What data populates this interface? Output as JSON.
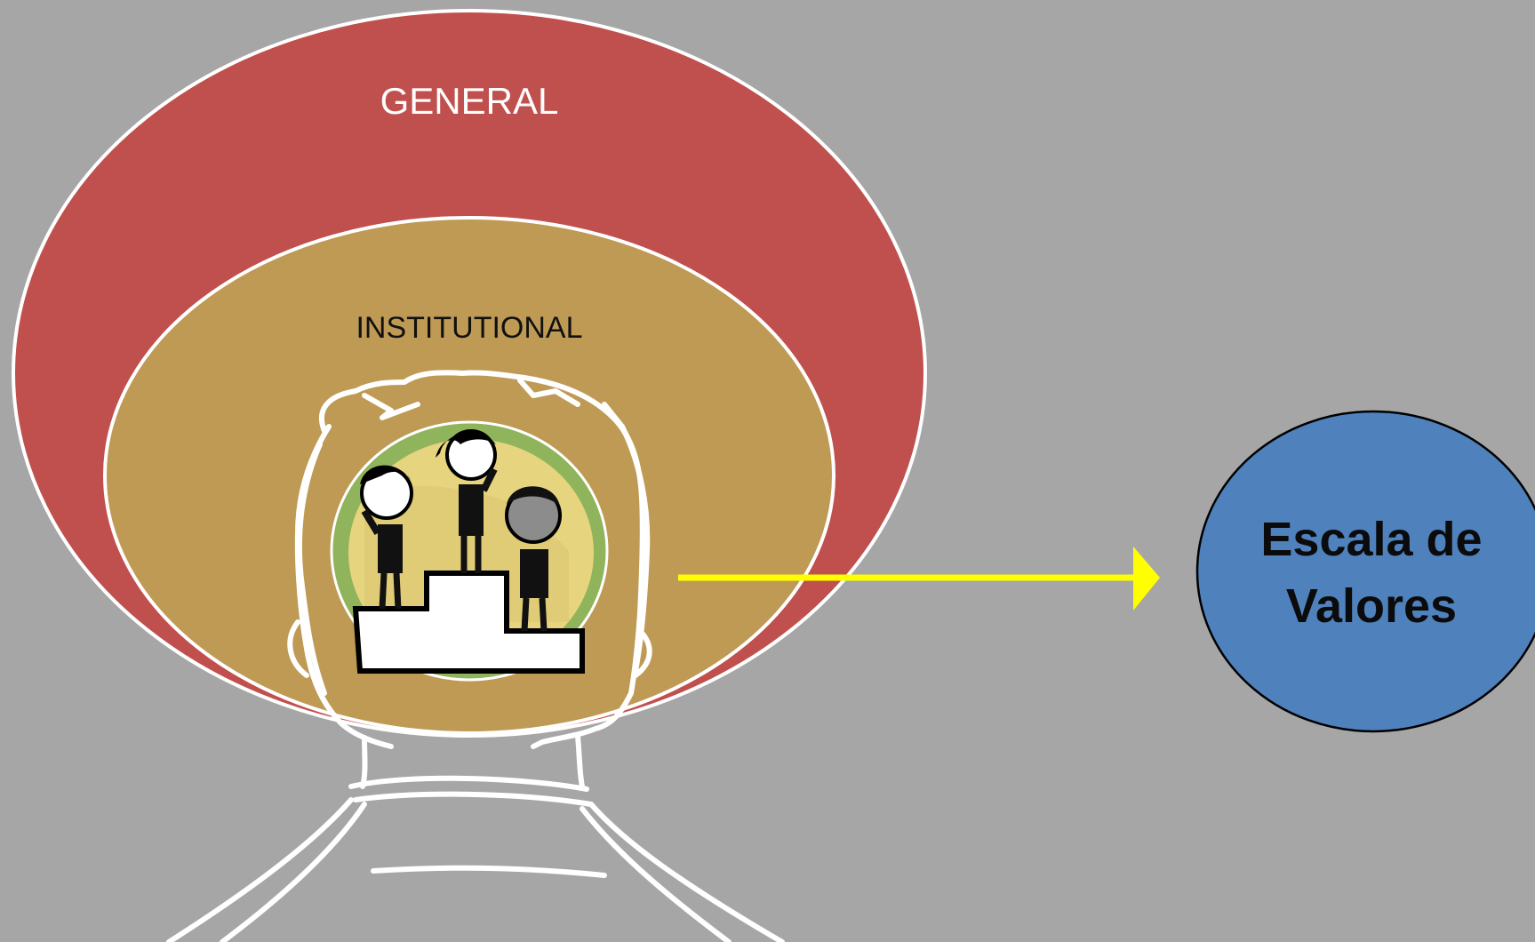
{
  "diagram": {
    "outer_label": "GENERAL",
    "inner_label": "INSTITUTIONAL",
    "target_label_line1": "Escala de",
    "target_label_line2": "Valores"
  },
  "colors": {
    "background": "#a6a6a6",
    "outer_ellipse": "#c0504d",
    "inner_ellipse": "#bf9a55",
    "target_circle": "#4f81bd",
    "arrow": "#ffff00",
    "outline": "#ffffff"
  },
  "icons": {
    "head_outline": "sketched-head-silhouette-icon",
    "podium_scene": "podium-with-three-figures-icon"
  }
}
